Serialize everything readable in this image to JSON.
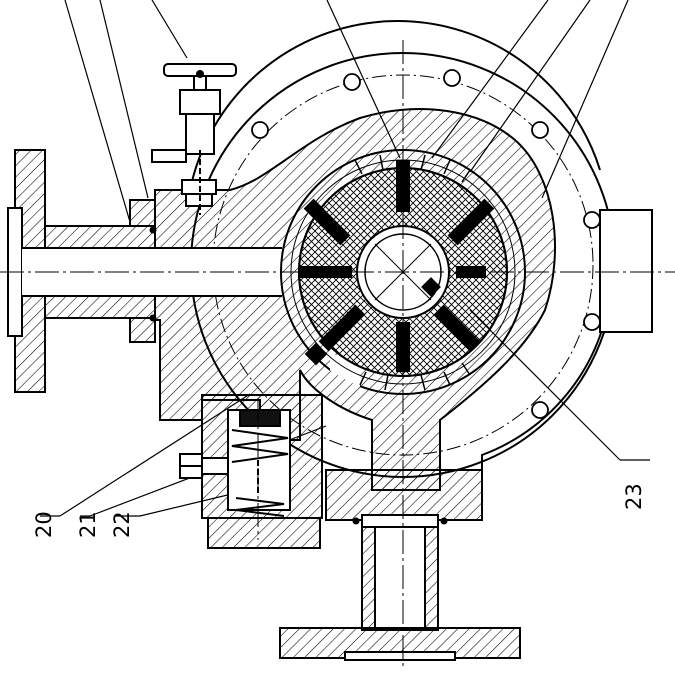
{
  "callouts": {
    "n20": "20",
    "n21": "21",
    "n22": "22",
    "n23": "23"
  },
  "colors": {
    "ink": "#000000",
    "paper": "#ffffff"
  }
}
